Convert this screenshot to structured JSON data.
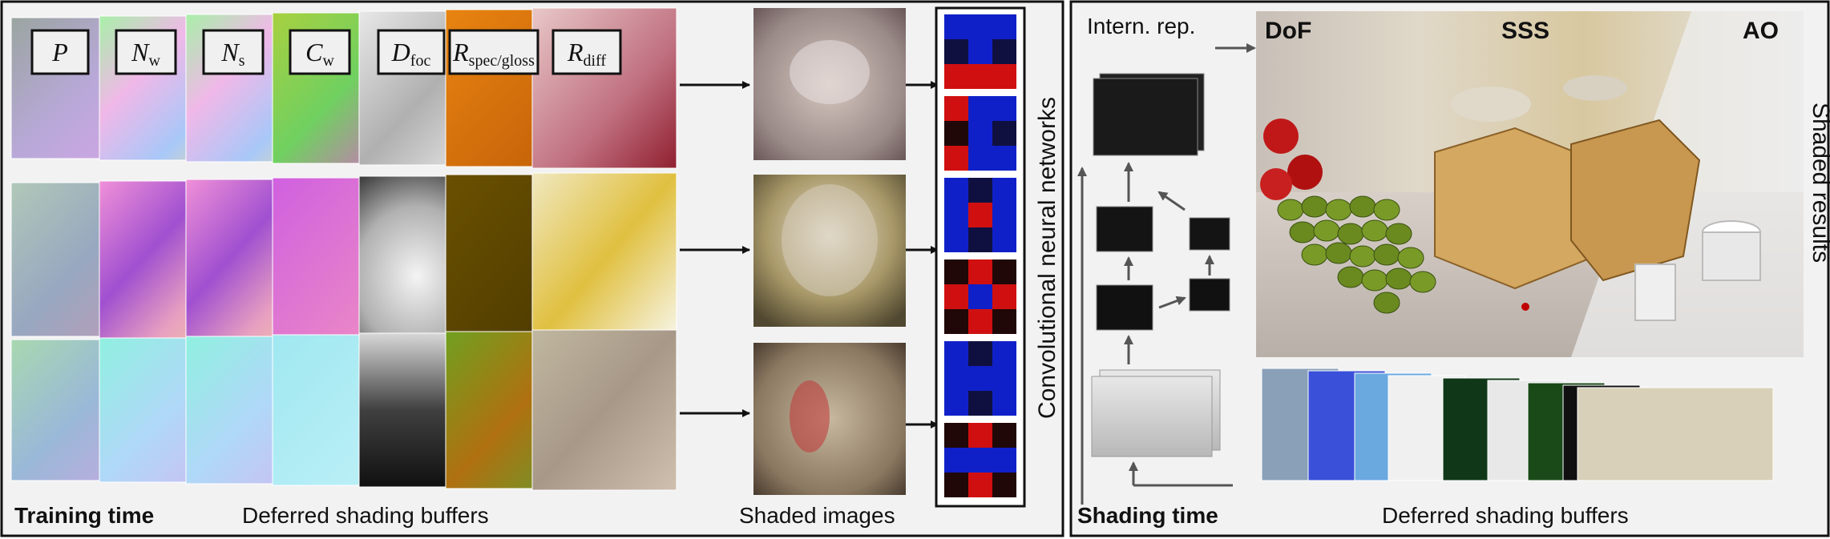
{
  "training": {
    "caption_bold": "Training time",
    "caption_buffers": "Deferred shading buffers",
    "caption_shaded": "Shaded images",
    "network_label": "Convolutional neural networks",
    "buffer_labels": [
      {
        "main": "P",
        "sub": ""
      },
      {
        "main": "N",
        "sub": "w"
      },
      {
        "main": "N",
        "sub": "s"
      },
      {
        "main": "C",
        "sub": "w"
      },
      {
        "main": "D",
        "sub": "foc"
      },
      {
        "main": "R",
        "sub": "spec/gloss"
      },
      {
        "main": "R",
        "sub": "diff"
      }
    ]
  },
  "shading": {
    "caption_bold": "Shading time",
    "caption_buffers": "Deferred shading buffers",
    "intern_label": "Intern. rep.",
    "results_label": "Shaded results",
    "effects": [
      "DoF",
      "SSS",
      "AO"
    ]
  },
  "colors": {
    "frame": "#111111",
    "panel_bg": "#f2f2f2",
    "arrow": "#555555",
    "kernel_red": "#d01010",
    "kernel_blue": "#1020c8"
  }
}
